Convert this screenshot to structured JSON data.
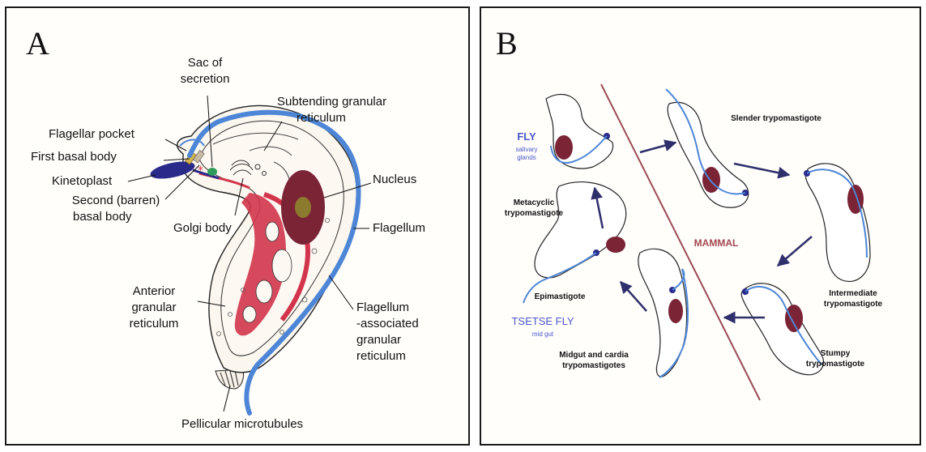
{
  "panel_a": {
    "letter": "A",
    "labels": {
      "sac_line1": "Sac of",
      "sac_line2": "secretion",
      "subtending_line1": "Subtending granular",
      "subtending_line2": "reticulum",
      "flagellar_pocket": "Flagellar pocket",
      "first_basal_body": "First basal body",
      "kinetoplast": "Kinetoplast",
      "second_line1": "Second (barren)",
      "second_line2": "basal body",
      "golgi_body": "Golgi body",
      "nucleus": "Nucleus",
      "flagellum": "Flagellum",
      "anterior_line1": "Anterior",
      "anterior_line2": "granular",
      "anterior_line3": "reticulum",
      "fagr_line1": "Flagellum",
      "fagr_line2": "-associated",
      "fagr_line3": "granular",
      "fagr_line4": "reticulum",
      "pellicular": "Pellicular microtubules"
    }
  },
  "panel_b": {
    "letter": "B",
    "labels": {
      "slender": "Slender trypomastigote",
      "fly": "FLY",
      "salivary_line1": "salivary",
      "salivary_line2": "glands",
      "metacyclic_line1": "Metacyclic",
      "metacyclic_line2": "trypomastigote",
      "mammal": "MAMMAL",
      "epimastigote": "Epimastigote",
      "tsetse_fly": "TSETSE FLY",
      "mid_gut": "mid gut",
      "midgut_line1": "Midgut and cardia",
      "midgut_line2": "trypomastigotes",
      "intermediate_line1": "Intermediate",
      "intermediate_line2": "trypomastigote",
      "stumpy_line1": "Stumpy",
      "stumpy_line2": "trypomastigote"
    }
  },
  "colors": {
    "flagellum_blue": "#4d86d6",
    "nucleus_maroon": "#7a2436",
    "reticulum_red": "#d2354b",
    "kinetoplast_navy": "#2a2a8a",
    "arrow_navy": "#2e2f6b",
    "divider_maroon": "#9b4a55",
    "fly_blue": "#4a57c8",
    "mammal_red": "#a3474f"
  }
}
